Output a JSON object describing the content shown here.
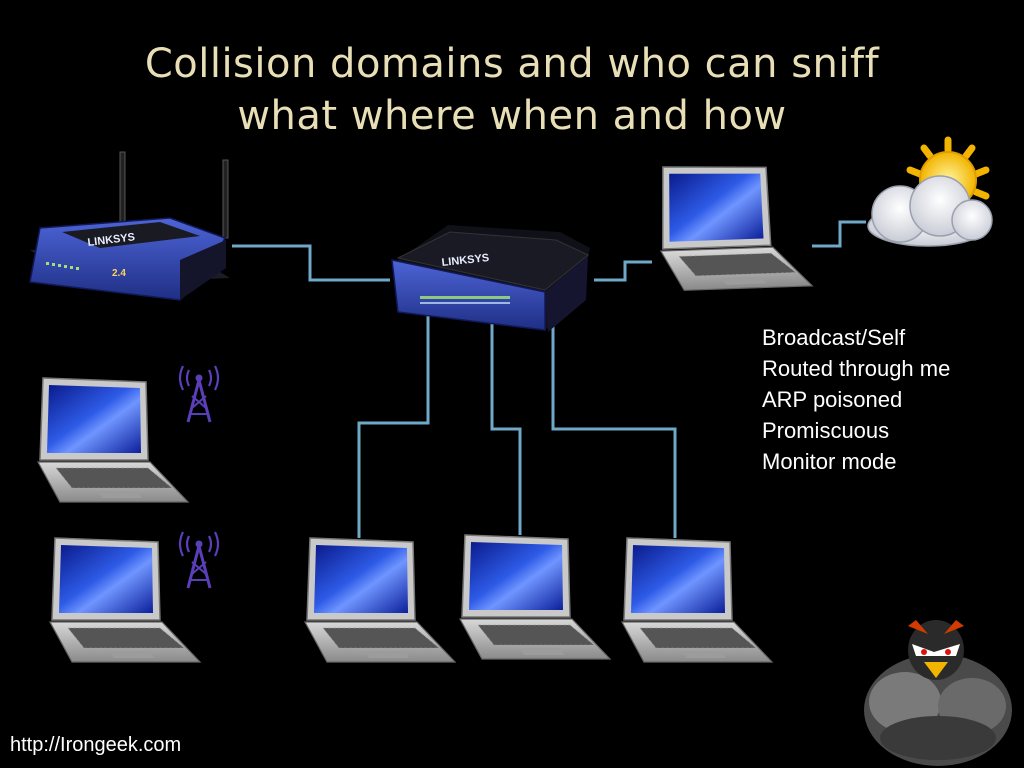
{
  "title": {
    "line1": "Collision domains and who can sniff",
    "line2": "what where when and how"
  },
  "devices": {
    "wireless_router": {
      "brand": "LINKSYS",
      "badge": "2.4"
    },
    "switch": {
      "brand": "LINKSYS"
    }
  },
  "legend": {
    "items": [
      "Broadcast/Self",
      "Routed through me",
      "ARP poisoned",
      "Promiscuous",
      "Monitor mode"
    ]
  },
  "footer": {
    "link": "http://Irongeek.com"
  },
  "colors": {
    "background": "#000000",
    "title": "#e9dfb6",
    "cable": "#6fa9c8",
    "device_blue": "#3147a8",
    "screen_blue": "#1e3cc8"
  }
}
